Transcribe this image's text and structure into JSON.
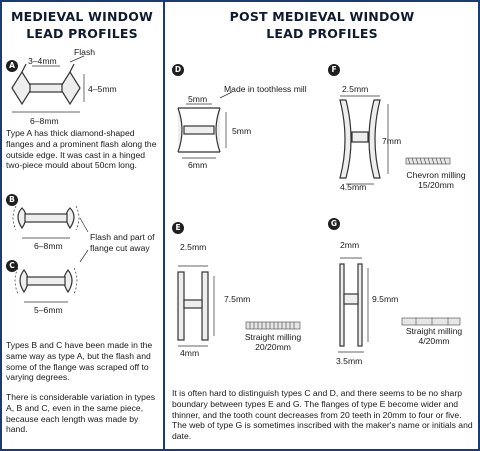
{
  "colors": {
    "border": "#1b3a7a",
    "title": "#0f1a30",
    "lead_fill": "#eeeeee",
    "lead_stroke": "#333333"
  },
  "left": {
    "title_line1": "MEDIEVAL WINDOW",
    "title_line2": "LEAD PROFILES",
    "badge_a": "A",
    "badge_b": "B",
    "badge_c": "C",
    "a_width": "3–4mm",
    "a_flash": "Flash",
    "a_height": "4–5mm",
    "a_span": "6–8mm",
    "a_text": "Type A has thick diamond-shaped flanges and a prominent flash along the outside edge. It was cast in a hinged two-piece mould about 50cm long.",
    "b_span": "6–8mm",
    "bc_note": "Flash and part of flange cut away",
    "c_span": "5–6mm",
    "bc_text": "Types B and C have been made in the same way as type A, but the flash and some of the flange was scraped off to varying degrees.",
    "var_text": "There is considerable variation in types A, B and C, even in the same piece, because each length was made by hand."
  },
  "right": {
    "title_line1": "POST MEDIEVAL WINDOW",
    "title_line2": "LEAD PROFILES",
    "badge_d": "D",
    "badge_e": "E",
    "badge_f": "F",
    "badge_g": "G",
    "d_note": "Made in toothless mill",
    "d_top": "5mm",
    "d_side": "5mm",
    "d_bottom": "6mm",
    "f_top": "2.5mm",
    "f_side": "7mm",
    "f_bottom": "4.5mm",
    "f_mill": "Chevron milling",
    "f_mill_count": "15/20mm",
    "e_top": "2.5mm",
    "e_side": "7.5mm",
    "e_bottom": "4mm",
    "e_mill": "Straight milling",
    "e_mill_count": "20/20mm",
    "g_top": "2mm",
    "g_side": "9.5mm",
    "g_bottom": "3.5mm",
    "g_mill": "Straight milling",
    "g_mill_count": "4/20mm",
    "bottom_text": "It is often hard to distinguish types C and D, and there seems to be no sharp boundary between types E and G. The flanges of type E become wider and thinner, and the tooth count decreases from 20 teeth in 20mm to four or five. The web of type G is sometimes inscribed with the maker's name or initials and date."
  }
}
